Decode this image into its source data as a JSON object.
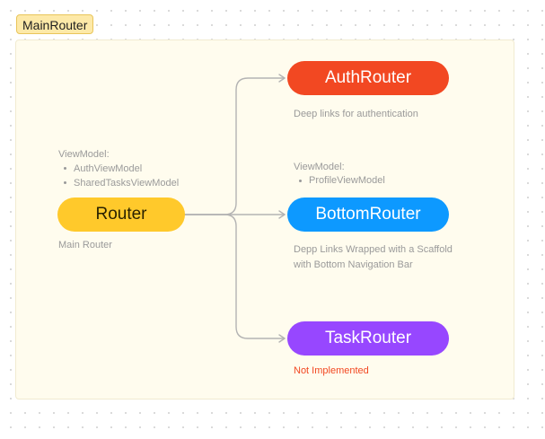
{
  "frame": {
    "label": "MainRouter"
  },
  "nodes": {
    "router": "Router",
    "auth_router": "AuthRouter",
    "bottom_router": "BottomRouter",
    "task_router": "TaskRouter"
  },
  "notes": {
    "router_viewmodel": {
      "heading": "ViewModel:",
      "items": [
        "AuthViewModel",
        "SharedTasksViewModel"
      ]
    },
    "router_caption": "Main Router",
    "auth_caption": "Deep links for authentication",
    "bottom_viewmodel": {
      "heading": "ViewModel:",
      "items": [
        "ProfileViewModel"
      ]
    },
    "bottom_caption": "Depp Links Wrapped with a Scaffold with Bottom Navigation Bar",
    "task_caption": "Not Implemented"
  },
  "colors": {
    "frame_label_bg": "#fde9a8",
    "frame_bg": "#fffcee",
    "router": "#ffc92b",
    "auth_router": "#f24822",
    "bottom_router": "#0d99ff",
    "task_router": "#9747ff",
    "connector": "#b3b3b3",
    "not_implemented": "#f24822"
  }
}
